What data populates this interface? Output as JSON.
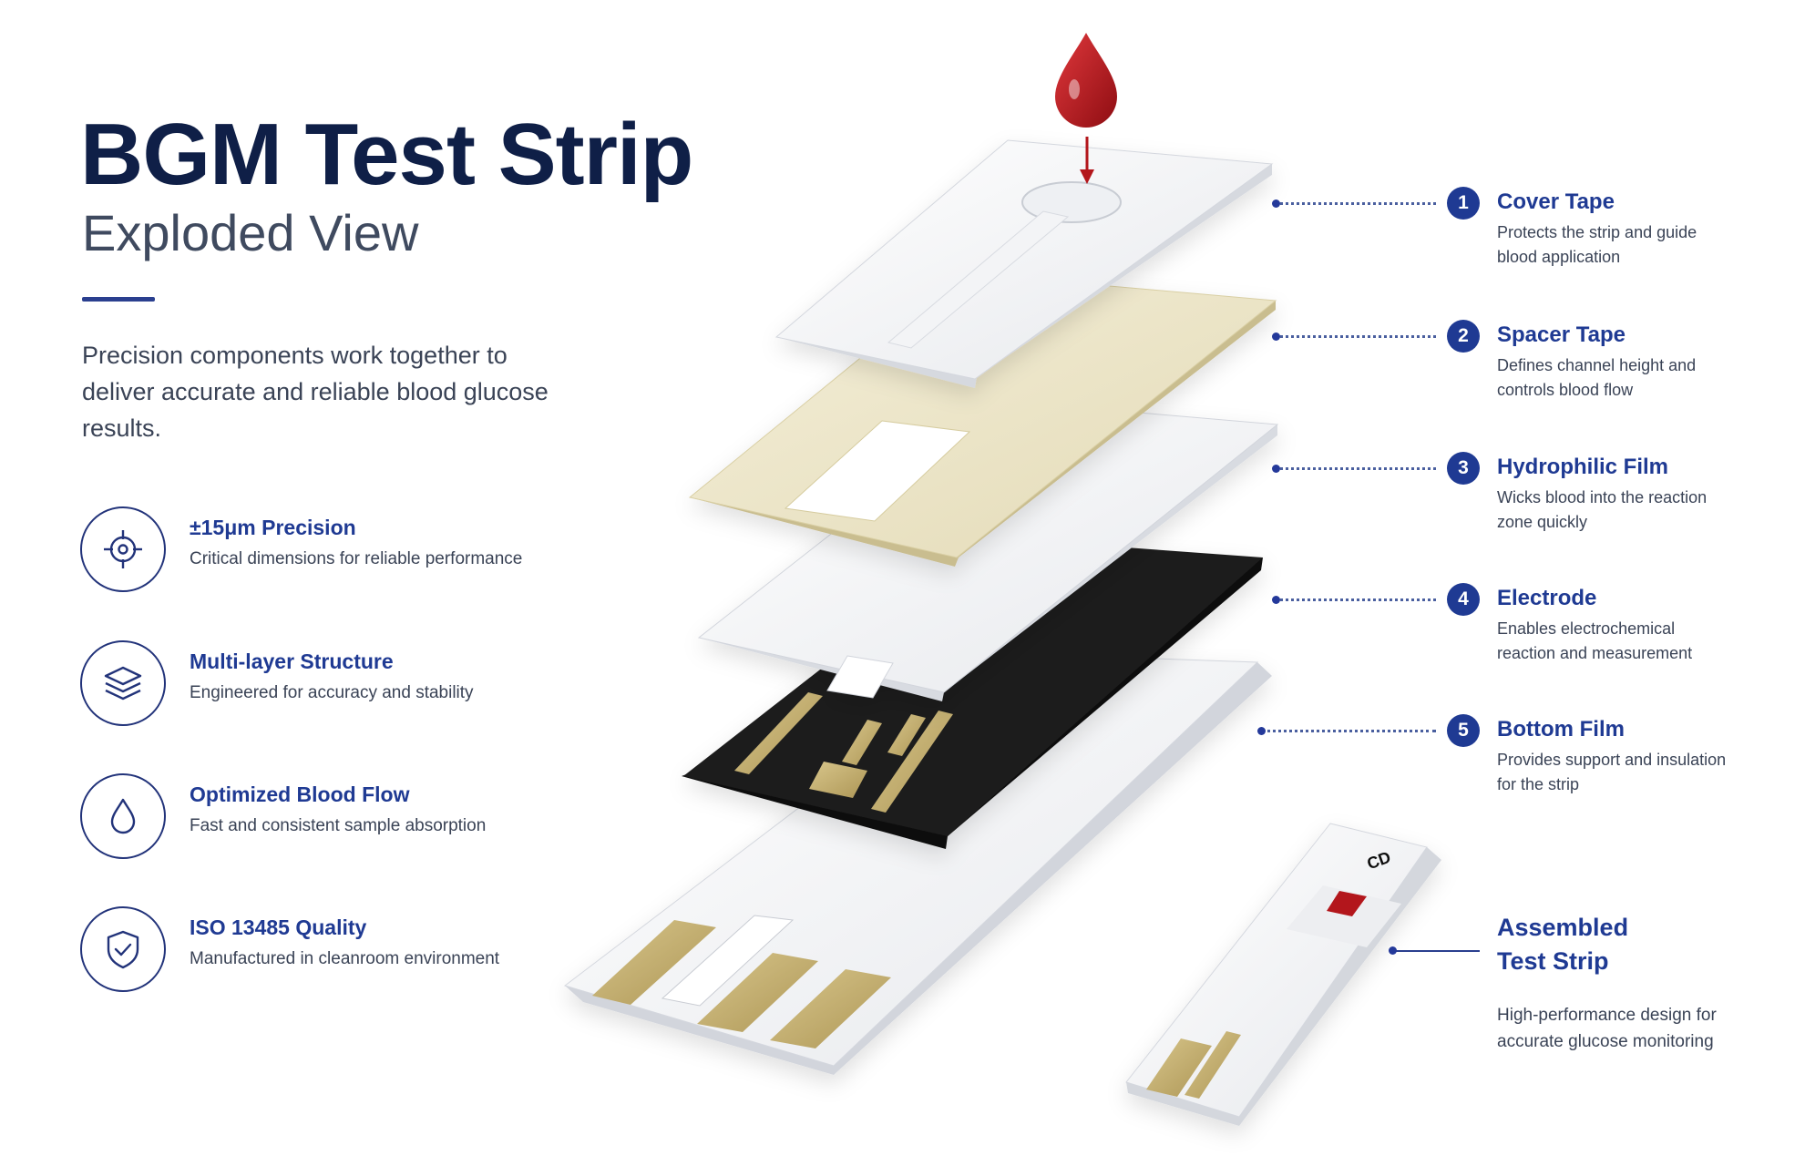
{
  "header": {
    "title": "BGM Test Strip",
    "subtitle": "Exploded View",
    "intro": "Precision components work together to deliver accurate and reliable blood glucose results."
  },
  "features": [
    {
      "icon": "target-crosshair-icon",
      "title": "±15μm Precision",
      "description": "Critical dimensions for reliable performance"
    },
    {
      "icon": "layers-icon",
      "title": "Multi-layer Structure",
      "description": "Engineered for accuracy and stability"
    },
    {
      "icon": "droplet-icon",
      "title": "Optimized Blood Flow",
      "description": "Fast and consistent sample absorption"
    },
    {
      "icon": "shield-check-icon",
      "title": "ISO 13485 Quality",
      "description": "Manufactured in cleanroom environment"
    }
  ],
  "layers": [
    {
      "number": "1",
      "title": "Cover Tape",
      "description": "Protects the strip and guide blood application"
    },
    {
      "number": "2",
      "title": "Spacer Tape",
      "description": "Defines channel height and controls blood flow"
    },
    {
      "number": "3",
      "title": "Hydrophilic Film",
      "description": "Wicks blood into the reaction zone quickly"
    },
    {
      "number": "4",
      "title": "Electrode",
      "description": "Enables electrochemical reaction and measurement"
    },
    {
      "number": "5",
      "title": "Bottom Film",
      "description": "Provides support and insulation for the strip"
    }
  ],
  "assembled": {
    "title": "Assembled Test Strip",
    "description": "High-performance design for accurate glucose monitoring",
    "strip_mark": "CD"
  },
  "colors": {
    "accent": "#1f3a93",
    "title": "#0f1f47",
    "blood": "#b3161b",
    "spacer": "#ece5c6",
    "electrode": "#1e1e1e",
    "gold": "#c2ae72"
  }
}
